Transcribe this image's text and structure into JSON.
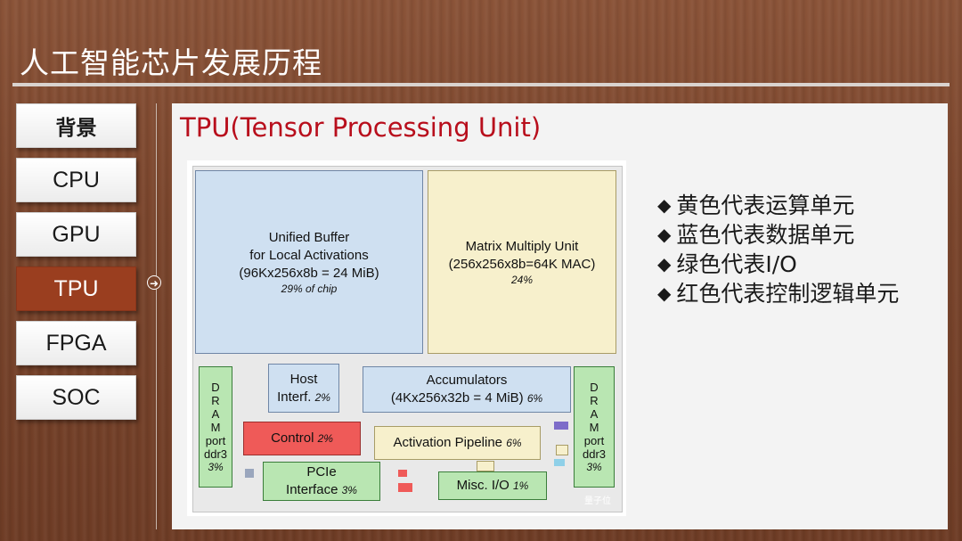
{
  "slide": {
    "title": "人工智能芯片发展历程"
  },
  "nav": {
    "items": [
      {
        "label": "背景"
      },
      {
        "label": "CPU"
      },
      {
        "label": "GPU"
      },
      {
        "label": "TPU"
      },
      {
        "label": "FPGA"
      },
      {
        "label": "SOC"
      }
    ],
    "active": "TPU"
  },
  "panel": {
    "title": "TPU(Tensor Processing Unit)",
    "diagram": {
      "unified_buffer": {
        "lines": [
          "Unified Buffer",
          "for Local Activations",
          "(96Kx256x8b = 24 MiB)"
        ],
        "pct": "29% of chip"
      },
      "matrix_unit": {
        "lines": [
          "Matrix Multiply Unit",
          "(256x256x8b=64K MAC)"
        ],
        "pct": "24%"
      },
      "dram_left": {
        "letters": [
          "D",
          "R",
          "A",
          "M"
        ],
        "lines": [
          "port",
          "ddr3"
        ],
        "pct": "3%"
      },
      "dram_right": {
        "letters": [
          "D",
          "R",
          "A",
          "M"
        ],
        "lines": [
          "port",
          "ddr3"
        ],
        "pct": "3%"
      },
      "host": {
        "lines": [
          "Host",
          "Interf."
        ],
        "pct": "2%"
      },
      "accumulators": {
        "line1": "Accumulators",
        "line2": "(4Kx256x32b = 4 MiB)",
        "pct": "6%"
      },
      "control": {
        "label": "Control",
        "pct": "2%"
      },
      "activation": {
        "label": "Activation Pipeline",
        "pct": "6%"
      },
      "pcie": {
        "line1": "PCIe",
        "line2": "Interface",
        "pct": "3%"
      },
      "misc": {
        "label": "Misc. I/O",
        "pct": "1%"
      },
      "watermark": "量子位"
    },
    "bullets": [
      "黄色代表运算单元",
      "蓝色代表数据单元",
      "绿色代表I/O",
      "红色代表控制逻辑单元"
    ]
  },
  "colors": {
    "accent": "#9a3e1f",
    "title_red": "#b80e1c",
    "blue": "#cfe0f1",
    "yellow": "#f7f0cc",
    "green": "#b9e6b2",
    "red": "#ef5a58"
  }
}
